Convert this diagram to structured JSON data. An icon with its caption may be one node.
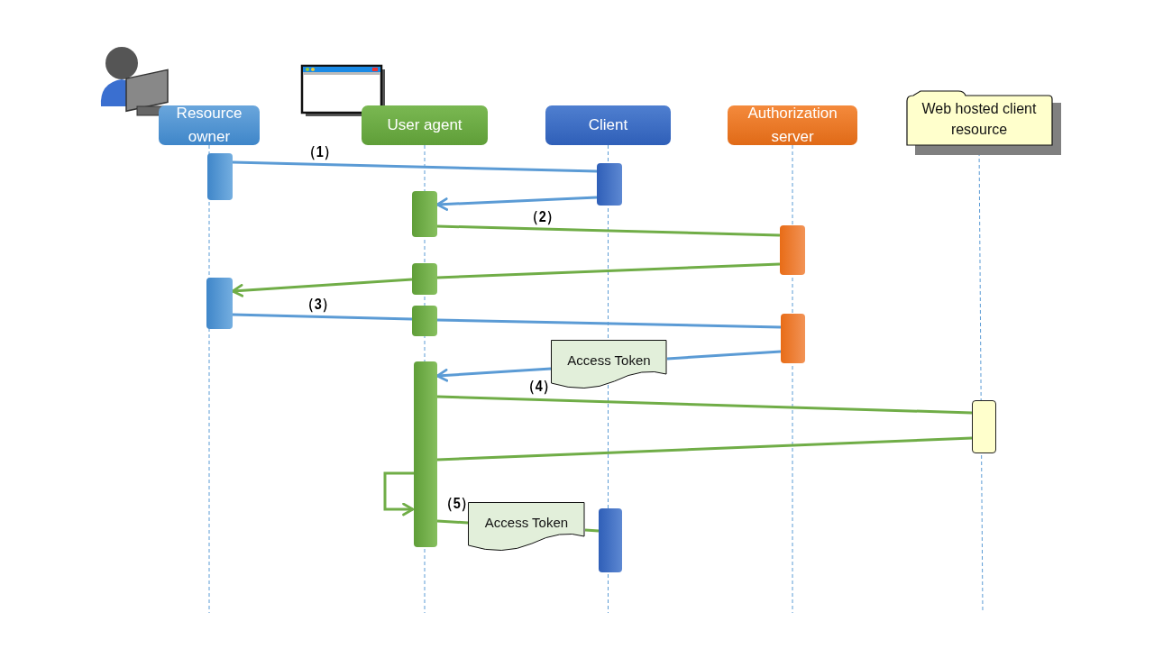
{
  "diagram": {
    "nodes": [
      {
        "text": [
          "Resource owner"
        ]
      },
      {
        "text": [
          "User agent"
        ]
      },
      {
        "text": [
          "Client"
        ]
      },
      {
        "text": [
          "Authorization server"
        ]
      },
      {
        "text": [
          "Web hosted client resource"
        ]
      },
      {
        "text": [],
        "shape": "bar"
      },
      {
        "text": [],
        "shape": "bar"
      },
      {
        "text": [],
        "shape": "bar"
      },
      {
        "text": [],
        "shape": "bar"
      },
      {
        "text": [],
        "shape": "bar"
      },
      {
        "text": [],
        "shape": "bar"
      },
      {
        "text": [],
        "shape": "bar"
      },
      {
        "text": [],
        "shape": "bar"
      },
      {
        "text": [],
        "shape": "bar"
      },
      {
        "text": [],
        "shape": "bar"
      },
      {
        "text": [],
        "shape": "bar"
      },
      {
        "text": [
          "Access Token"
        ]
      },
      {
        "text": [
          "Access Token"
        ]
      }
    ],
    "edges": [
      {
        "from": 5,
        "to": 6,
        "arrow": "none",
        "color": "#5b9bd5"
      },
      {
        "from": 6,
        "to": 7,
        "arrow": "to",
        "color": "#5b9bd5"
      },
      {
        "from": 7,
        "to": 8,
        "arrow": "none"
      },
      {
        "from": 8,
        "to": 9,
        "arrow": "none"
      },
      {
        "from": 9,
        "to": 10,
        "arrow": "to"
      },
      {
        "from": 10,
        "to": 11,
        "arrow": "none",
        "color": "#5b9bd5"
      },
      {
        "from": 11,
        "to": 12,
        "arrow": "none",
        "color": "#5b9bd5"
      },
      {
        "from": 12,
        "to": 16,
        "arrow": "none",
        "color": "#5b9bd5"
      },
      {
        "from": 16,
        "to": 13,
        "arrow": "to",
        "color": "#5b9bd5"
      },
      {
        "from": 13,
        "to": 14,
        "arrow": "none"
      },
      {
        "from": 14,
        "to": 13,
        "arrow": "none"
      },
      {
        "from": 13,
        "to": 13,
        "arrow": "to"
      },
      {
        "from": 13,
        "to": 17,
        "arrow": "none"
      },
      {
        "from": 17,
        "to": 15,
        "arrow": "none"
      }
    ],
    "labels": [
      "（1）",
      "（2）",
      "（3）",
      "（4）",
      "（5）"
    ]
  }
}
